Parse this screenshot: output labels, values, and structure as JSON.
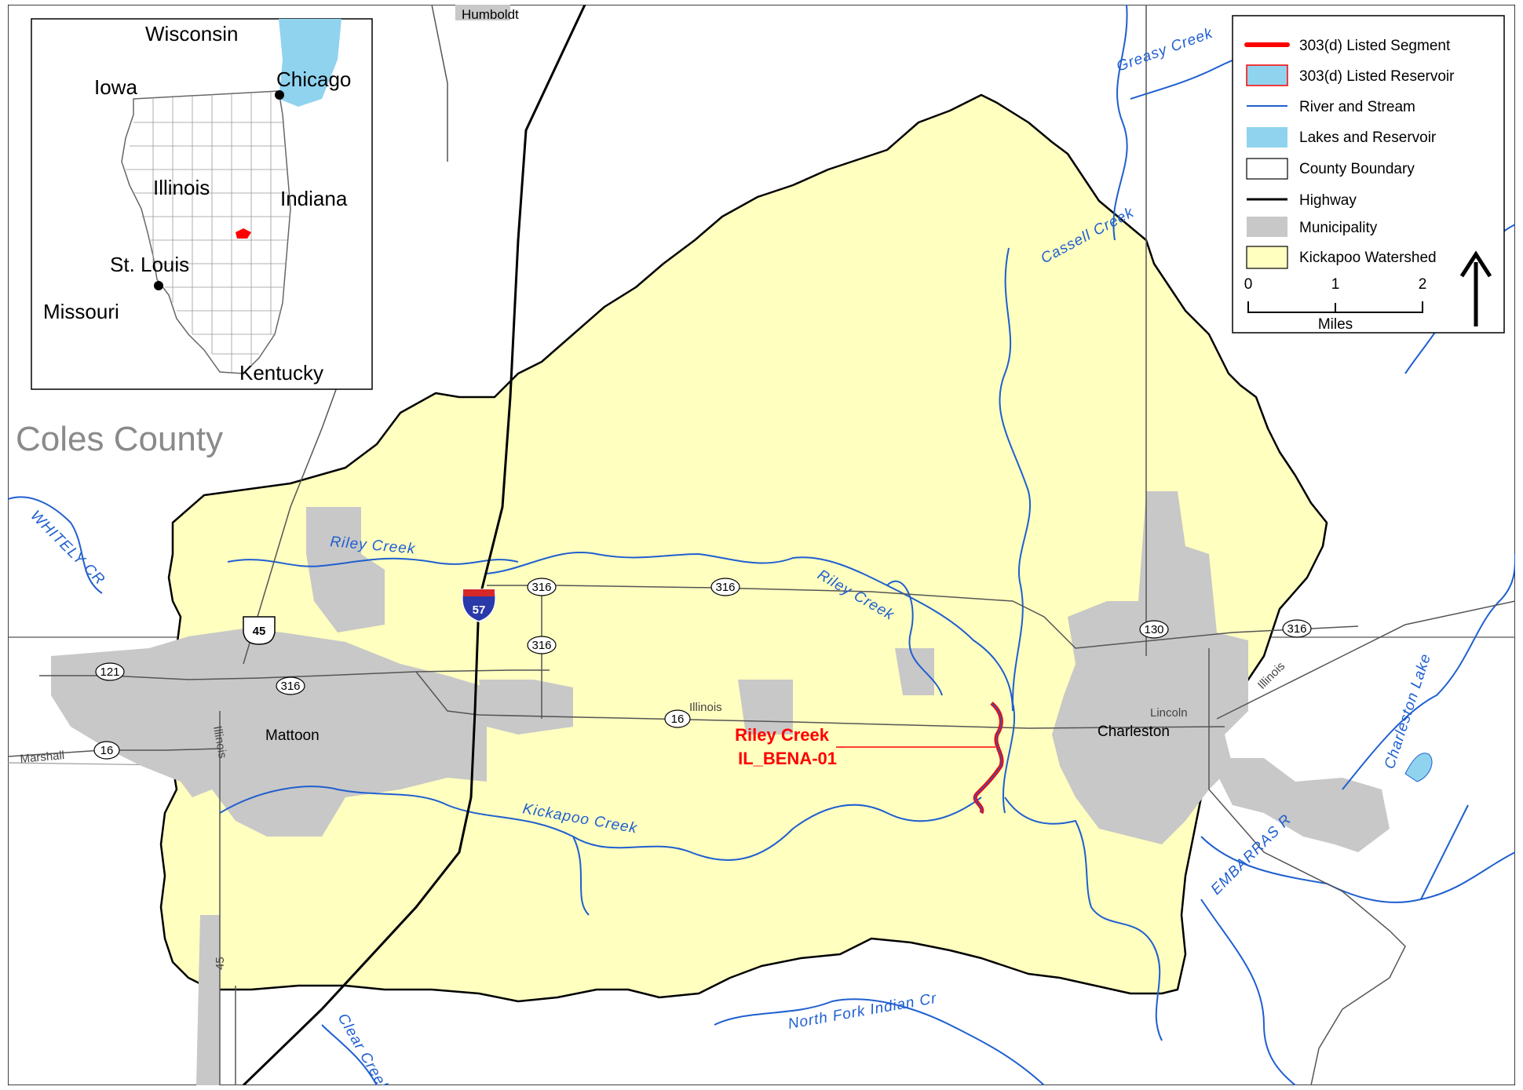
{
  "map": {
    "county_label": "Coles County",
    "inset": {
      "states": [
        "Wisconsin",
        "Iowa",
        "Illinois",
        "Indiana",
        "Missouri",
        "Kentucky"
      ],
      "cities": [
        "Chicago",
        "St. Louis"
      ]
    },
    "cities": {
      "mattoon": "Mattoon",
      "charleston": "Charleston",
      "humboldt": "Humboldt"
    },
    "road_labels": {
      "illinois_a": "Illinois",
      "illinois_b": "Illinois",
      "illinois_c": "Illinois",
      "marshall": "Marshall",
      "lincoln": "Lincoln",
      "us45_side": "45"
    },
    "route_shields": {
      "i57": "57",
      "us45": "45",
      "r121": "121",
      "r316_a": "316",
      "r316_b": "316",
      "r316_c": "316",
      "r316_d": "316",
      "r316_e": "316",
      "r16_a": "16",
      "r16_b": "16",
      "r130": "130"
    },
    "streams": {
      "greasy": "Greasy Creek",
      "cassell": "Cassell Creek",
      "riley_w": "Riley Creek",
      "riley_e": "Riley Creek",
      "whitely": "WHITELY CR",
      "kickapoo": "Kickapoo Creek",
      "charleston_lake": "Charleston Lake",
      "embarras": "EMBARRAS R",
      "north_fork": "North Fork Indian Cr",
      "clear": "Clear Creek"
    },
    "segment_callout": {
      "name": "Riley Creek",
      "id": "IL_BENA-01"
    }
  },
  "legend": {
    "items": [
      {
        "label": "303(d) Listed Segment",
        "symbol": "segment"
      },
      {
        "label": "303(d) Listed Reservoir",
        "symbol": "reservoir"
      },
      {
        "label": "River and Stream",
        "symbol": "stream"
      },
      {
        "label": "Lakes and Reservoir",
        "symbol": "lake"
      },
      {
        "label": "County Boundary",
        "symbol": "county"
      },
      {
        "label": "Highway",
        "symbol": "highway"
      },
      {
        "label": "Municipality",
        "symbol": "municipality"
      },
      {
        "label": "Kickapoo Watershed",
        "symbol": "watershed"
      }
    ],
    "scale": {
      "ticks": [
        "0",
        "1",
        "2"
      ],
      "unit": "Miles"
    }
  },
  "colors": {
    "watershed": "#ffffc0",
    "municipality": "#c8c8c8",
    "stream": "#1f5fd0",
    "listed_segment": "#ff0000",
    "lake": "#8fd3ef",
    "callout": "#ff0000"
  }
}
